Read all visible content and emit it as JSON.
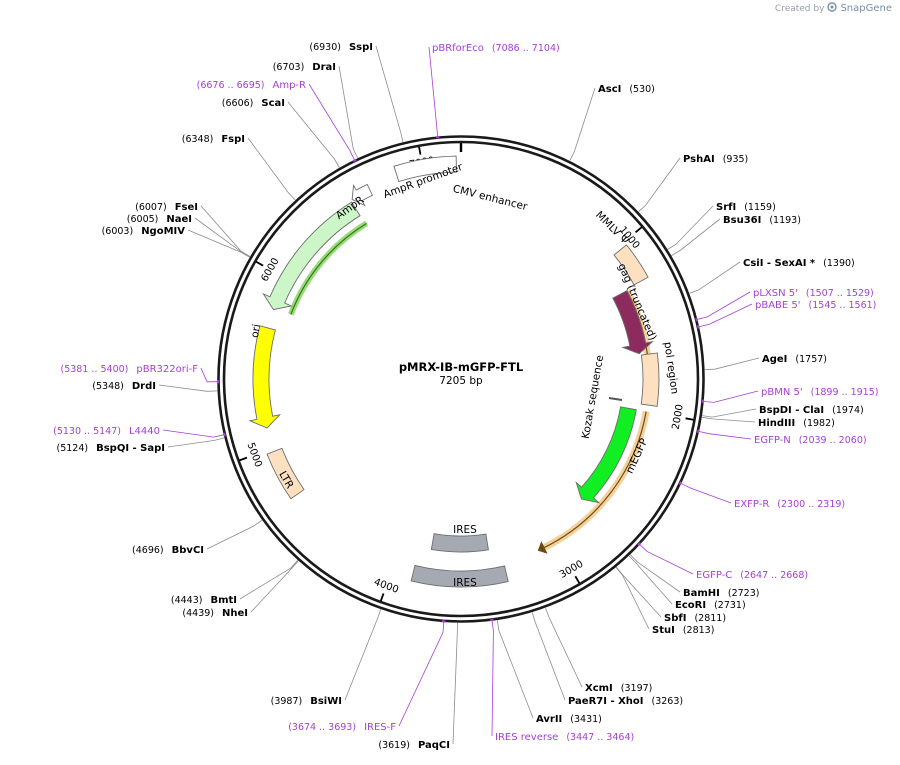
{
  "credit": {
    "created_by": "Created by",
    "brand": "SnapGene"
  },
  "plasmid": {
    "name": "pMRX-IB-mGFP-FTL",
    "length_label": "7205 bp",
    "length": 7205
  },
  "ticks": [
    {
      "pos": 1000,
      "label": "1000"
    },
    {
      "pos": 2000,
      "label": "2000"
    },
    {
      "pos": 3000,
      "label": "3000"
    },
    {
      "pos": 4000,
      "label": "4000"
    },
    {
      "pos": 5000,
      "label": "5000"
    },
    {
      "pos": 6000,
      "label": "6000"
    },
    {
      "pos": 7000,
      "label": "7000"
    }
  ],
  "sites": [
    {
      "name": "AscI",
      "pos_label": "(530)",
      "pos": 530,
      "side": "right"
    },
    {
      "name": "PshAI",
      "pos_label": "(935)",
      "pos": 935,
      "side": "right"
    },
    {
      "name": "SrfI",
      "pos_label": "(1159)",
      "pos": 1159,
      "side": "right"
    },
    {
      "name": "Bsu36I",
      "pos_label": "(1193)",
      "pos": 1193,
      "side": "right"
    },
    {
      "name": "CsiI  - SexAI *",
      "pos_label": "(1390)",
      "pos": 1390,
      "side": "right"
    },
    {
      "name": "AgeI",
      "pos_label": "(1757)",
      "pos": 1757,
      "side": "right"
    },
    {
      "name": "BspDI  - ClaI",
      "pos_label": "(1974)",
      "pos": 1974,
      "side": "right"
    },
    {
      "name": "HindIII",
      "pos_label": "(1982)",
      "pos": 1982,
      "side": "right"
    },
    {
      "name": "BamHI",
      "pos_label": "(2723)",
      "pos": 2723,
      "side": "right"
    },
    {
      "name": "EcoRI",
      "pos_label": "(2731)",
      "pos": 2731,
      "side": "right"
    },
    {
      "name": "SbfI",
      "pos_label": "(2811)",
      "pos": 2811,
      "side": "right"
    },
    {
      "name": "StuI",
      "pos_label": "(2813)",
      "pos": 2813,
      "side": "right"
    },
    {
      "name": "XcmI",
      "pos_label": "(3197)",
      "pos": 3197,
      "side": "right"
    },
    {
      "name": "PaeR7I  - XhoI",
      "pos_label": "(3263)",
      "pos": 3263,
      "side": "right"
    },
    {
      "name": "AvrII",
      "pos_label": "(3431)",
      "pos": 3431,
      "side": "right"
    },
    {
      "name": "PaqCI",
      "pos_label": "(3619)",
      "pos": 3619,
      "side": "left"
    },
    {
      "name": "BsiWI",
      "pos_label": "(3987)",
      "pos": 3987,
      "side": "left"
    },
    {
      "name": "BmtI",
      "pos_label": "(4443)",
      "pos": 4443,
      "side": "left"
    },
    {
      "name": "NheI",
      "pos_label": "(4439)",
      "pos": 4439,
      "side": "left"
    },
    {
      "name": "BbvCI",
      "pos_label": "(4696)",
      "pos": 4696,
      "side": "left"
    },
    {
      "name": "BspQI  - SapI",
      "pos_label": "(5124)",
      "pos": 5124,
      "side": "left"
    },
    {
      "name": "DrdI",
      "pos_label": "(5348)",
      "pos": 5348,
      "side": "left"
    },
    {
      "name": "NgoMIV",
      "pos_label": "(6003)",
      "pos": 6003,
      "side": "left"
    },
    {
      "name": "NaeI",
      "pos_label": "(6005)",
      "pos": 6005,
      "side": "left"
    },
    {
      "name": "FseI",
      "pos_label": "(6007)",
      "pos": 6007,
      "side": "left"
    },
    {
      "name": "FspI",
      "pos_label": "(6348)",
      "pos": 6348,
      "side": "left"
    },
    {
      "name": "ScaI",
      "pos_label": "(6606)",
      "pos": 6606,
      "side": "left"
    },
    {
      "name": "DraI",
      "pos_label": "(6703)",
      "pos": 6703,
      "side": "left"
    },
    {
      "name": "SspI",
      "pos_label": "(6930)",
      "pos": 6930,
      "side": "left"
    }
  ],
  "primers": [
    {
      "name": "pBRforEco",
      "pos_label": "(7086 .. 7104)",
      "pos": 7095,
      "side": "right"
    },
    {
      "name": "pLXSN 5'",
      "pos_label": "(1507 .. 1529)",
      "pos": 1518,
      "side": "right"
    },
    {
      "name": "pBABE 5'",
      "pos_label": "(1545 .. 1561)",
      "pos": 1553,
      "side": "right"
    },
    {
      "name": "pBMN 5'",
      "pos_label": "(1899 .. 1915)",
      "pos": 1907,
      "side": "right"
    },
    {
      "name": "EGFP-N",
      "pos_label": "(2039 .. 2060)",
      "pos": 2050,
      "side": "right"
    },
    {
      "name": "EXFP-R",
      "pos_label": "(2300 .. 2319)",
      "pos": 2310,
      "side": "right"
    },
    {
      "name": "EGFP-C",
      "pos_label": "(2647 .. 2668)",
      "pos": 2658,
      "side": "right"
    },
    {
      "name": "IRES reverse",
      "pos_label": "(3447 .. 3464)",
      "pos": 3456,
      "side": "right"
    },
    {
      "name": "IRES-F",
      "pos_label": "(3674 .. 3693)",
      "pos": 3684,
      "side": "left"
    },
    {
      "name": "L4440",
      "pos_label": "(5130 .. 5147)",
      "pos": 5139,
      "side": "left"
    },
    {
      "name": "pBR322ori-F",
      "pos_label": "(5381 .. 5400)",
      "pos": 5391,
      "side": "left"
    },
    {
      "name": "Amp-R",
      "pos_label": "(6676 .. 6695)",
      "pos": 6686,
      "side": "left"
    }
  ],
  "features": [
    {
      "name": "CMV enhancer",
      "start": 6855,
      "end": 7180,
      "strand": "plain",
      "color": "#ffffff"
    },
    {
      "name": "AmpR promoter",
      "start": 6580,
      "end": 6690,
      "strand": "reverse",
      "color": "#ffffff"
    },
    {
      "name": "AmpR",
      "start": 5810,
      "end": 6570,
      "strand": "reverse",
      "color": "#ccf5c8"
    },
    {
      "name": "ori",
      "start": 5120,
      "end": 5700,
      "strand": "reverse",
      "color": "#ffff00"
    },
    {
      "name": "LTR",
      "start": 4700,
      "end": 4980,
      "strand": "plain",
      "color": "#fde0c0"
    },
    {
      "name": "MMLV Ψ",
      "start": 1020,
      "end": 1230,
      "strand": "plain",
      "color": "#fde0c0"
    },
    {
      "name": "gag (truncated)",
      "start": 1240,
      "end": 1640,
      "strand": "forward",
      "color": "#8e2b5e"
    },
    {
      "name": "pol region",
      "start": 1650,
      "end": 1960,
      "strand": "plain",
      "color": "#fde0c0"
    },
    {
      "name": "mEGFP",
      "start": 2000,
      "end": 2700,
      "strand": "forward",
      "color": "#11ee22"
    },
    {
      "name": "IRES",
      "start": 3340,
      "end": 3880,
      "strand": "plain",
      "color": "#a5aab2"
    },
    {
      "name": "IRES",
      "start": 3420,
      "end": 3800,
      "strand": "plain",
      "color": "#a5aab2"
    },
    {
      "name": "Kozak sequence",
      "start": 1985,
      "end": 1995,
      "strand": "plain",
      "color": "#555555"
    }
  ],
  "colors": {
    "backbone": "#1a1a1a",
    "site_text": "#000000",
    "primer": "#a43fd6",
    "leader": "#8c8c8c",
    "orf_highlight": "#f2c98a",
    "ampr_highlight": "#2d7a10"
  }
}
